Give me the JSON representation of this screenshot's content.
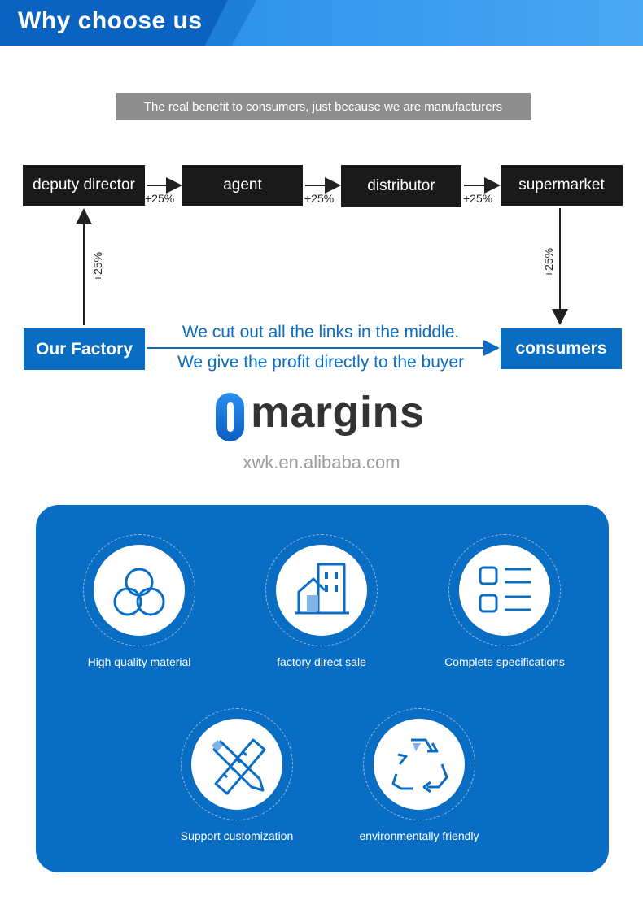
{
  "header": {
    "title": "Why choose us"
  },
  "banner": {
    "text": "The real benefit to consumers, just because we are manufacturers"
  },
  "chain": {
    "nodes": [
      "deputy director",
      "agent",
      "distributor",
      "supermarket"
    ],
    "markups": [
      "+25%",
      "+25%",
      "+25%"
    ],
    "up_markup": "+25%",
    "down_markup": "+25%"
  },
  "factory": {
    "label": "Our Factory"
  },
  "consumers": {
    "label": "consumers"
  },
  "message": {
    "line1": "We cut out all the links in the middle.",
    "line2": "We give the profit directly to the buyer"
  },
  "logo": {
    "word": "margins",
    "site": "xwk.en.alibaba.com"
  },
  "features": [
    {
      "label": "High quality material",
      "icon": "three-circles-icon"
    },
    {
      "label": "factory direct sale",
      "icon": "factory-building-icon"
    },
    {
      "label": "Complete specifications",
      "icon": "list-icon"
    },
    {
      "label": "Support customization",
      "icon": "pencil-ruler-icon"
    },
    {
      "label": "environmentally friendly",
      "icon": "recycle-icon"
    }
  ],
  "colors": {
    "brand_blue": "#0a6dc4",
    "header_blue": "#1e7fd9",
    "dark_box": "#1a1a1a",
    "banner_gray": "#8e8e8e"
  }
}
